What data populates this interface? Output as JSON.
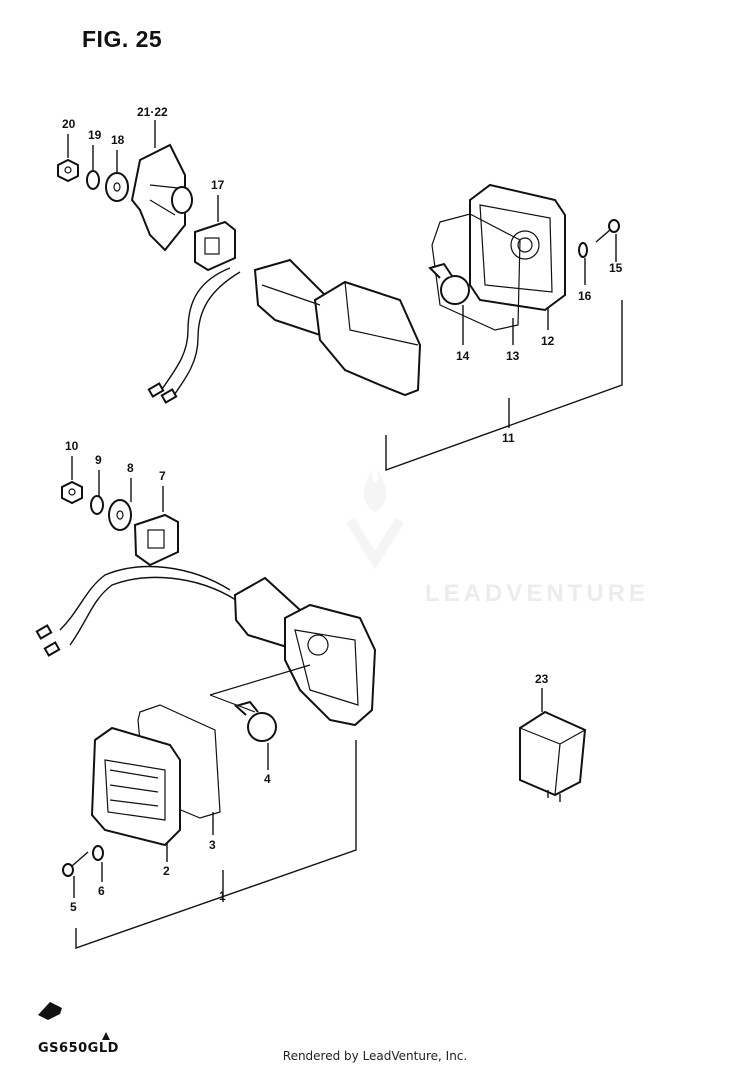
{
  "figure": {
    "title": "FIG. 25"
  },
  "footer": {
    "model": "GS650GLD",
    "rendered_by": "Rendered by LeadVenture, Inc."
  },
  "watermark": {
    "text": "LEADVENTURE",
    "color": "#ececec"
  },
  "callouts": {
    "c1": "1",
    "c2": "2",
    "c3": "3",
    "c4": "4",
    "c5": "5",
    "c6": "6",
    "c7": "7",
    "c8": "8",
    "c9": "9",
    "c10": "10",
    "c11": "11",
    "c12": "12",
    "c13": "13",
    "c14": "14",
    "c15": "15",
    "c16": "16",
    "c17": "17",
    "c18": "18",
    "c19": "19",
    "c20": "20",
    "c21_22": "21·22",
    "c23": "23"
  }
}
